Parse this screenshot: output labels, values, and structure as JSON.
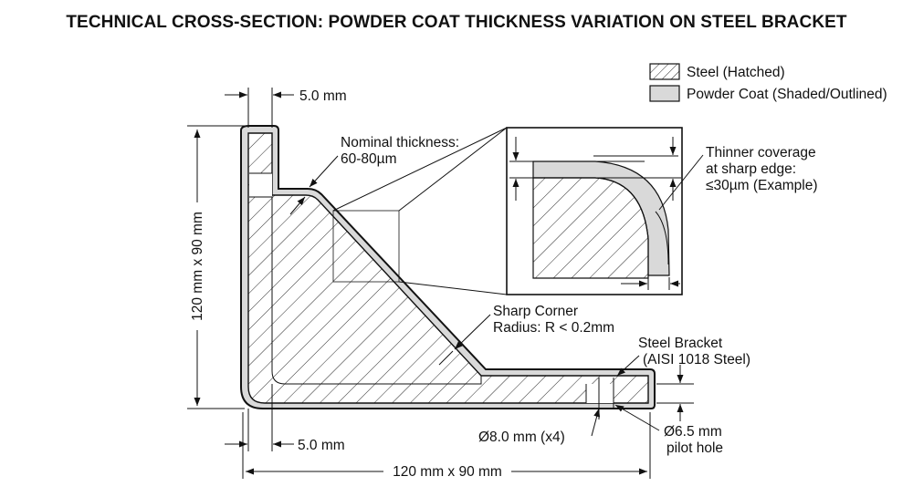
{
  "title": "TECHNICAL CROSS-SECTION: POWDER COAT THICKNESS VARIATION ON STEEL BRACKET",
  "legend": {
    "steel": "Steel (Hatched)",
    "coat": "Powder Coat (Shaded/Outlined)"
  },
  "dimensions": {
    "top_thickness": "5.0 mm",
    "bottom_thickness": "5.0 mm",
    "vertical_overall": "120 mm x 90 mm",
    "horizontal_overall": "120 mm x 90 mm"
  },
  "callouts": {
    "nominal_line1": "Nominal thickness:",
    "nominal_line2": "60-80µm",
    "thinner_line1": "Thinner coverage",
    "thinner_line2": "at sharp edge:",
    "thinner_line3": "≤30µm (Example)",
    "corner_line1": "Sharp Corner",
    "corner_line2": "Radius: R < 0.2mm",
    "bracket_line1": "Steel Bracket",
    "bracket_line2": "(AISI 1018 Steel)",
    "hole_large": "Ø8.0 mm (x4)",
    "hole_small_line1": "Ø6.5 mm",
    "hole_small_line2": "pilot hole"
  },
  "colors": {
    "coat": "#d9d9d9",
    "line": "#111111",
    "background": "#ffffff"
  }
}
